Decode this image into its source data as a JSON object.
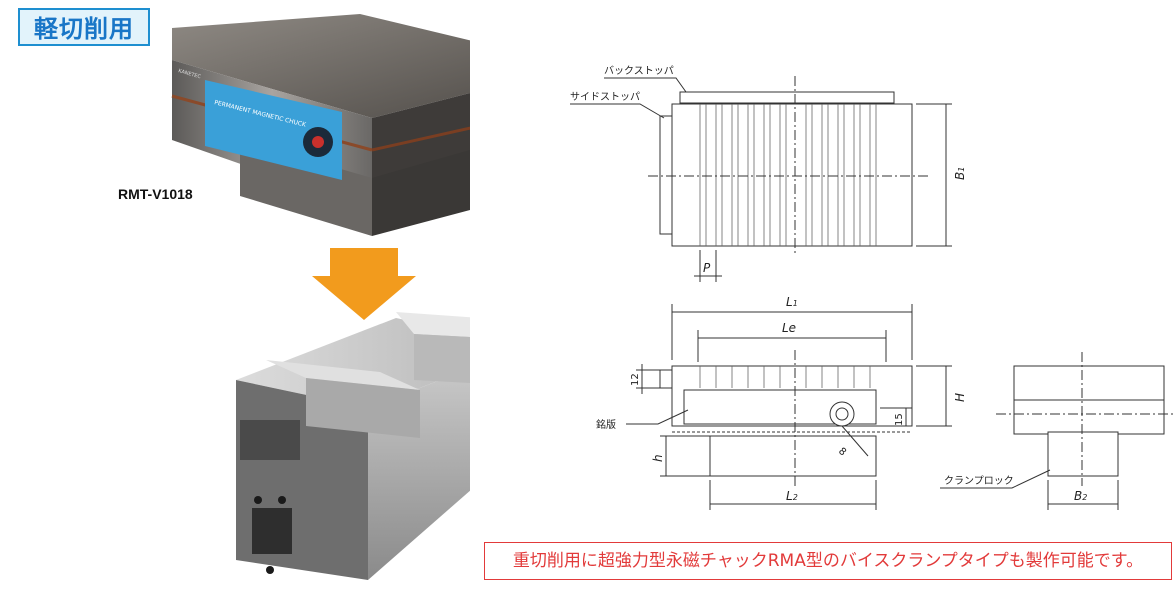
{
  "badge": {
    "label": "軽切削用"
  },
  "product": {
    "model": "RMT-V1018",
    "plate_text": "PERMANENT MAGNETIC CHUCK",
    "brand": "KANETEC"
  },
  "labels": {
    "back_stopper": "バックストッパ",
    "side_stopper": "サイドストッパ",
    "name_plate": "銘版",
    "clamp_block": "クランプロック"
  },
  "dims": {
    "P": "P",
    "B1": "B",
    "B1_sub": "1",
    "L1": "L",
    "L1_sub": "1",
    "Le": "Le",
    "H": "H",
    "h": "h",
    "L2": "L",
    "L2_sub": "2",
    "B2": "B",
    "B2_sub": "2",
    "d12": "12",
    "d15": "15",
    "d8": "8"
  },
  "note": {
    "text": "重切削用に超強力型永磁チャックRMA型のバイスクランプタイプも製作可能です。",
    "color": "#e23a3a"
  },
  "colors": {
    "accent": "#1e8fd0",
    "arrow": "#f29b1d"
  }
}
